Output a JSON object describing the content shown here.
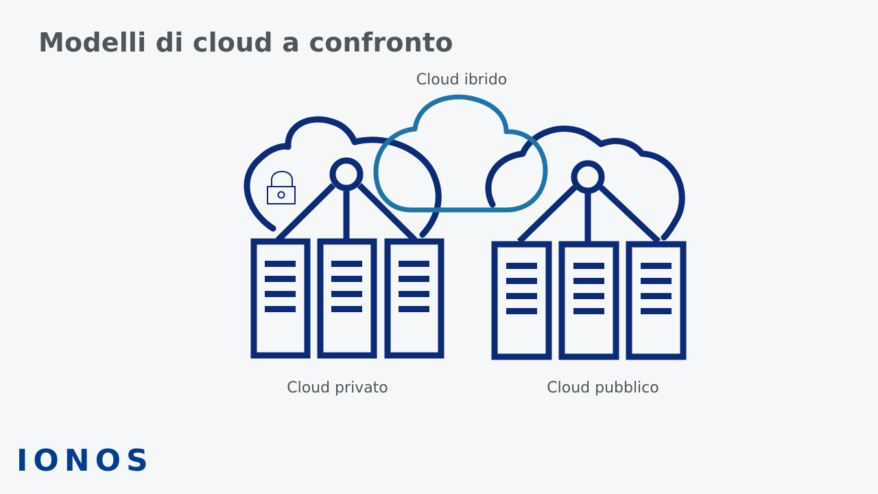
{
  "title": "Modelli di cloud a confronto",
  "labels": {
    "hybrid": "Cloud ibrido",
    "private": "Cloud privato",
    "public": "Cloud pubblico"
  },
  "logo": "IONOS",
  "icons": {
    "private_cloud": "cloud-icon",
    "hybrid_cloud": "cloud-icon",
    "public_cloud": "cloud-icon",
    "lock": "lock-icon",
    "servers": "server-icon"
  },
  "colors": {
    "background": "#f6f7f8",
    "text": "#4f5558",
    "navy": "#0b2a78",
    "hybrid_blue": "#1d74a8",
    "brand": "#003d8f"
  }
}
